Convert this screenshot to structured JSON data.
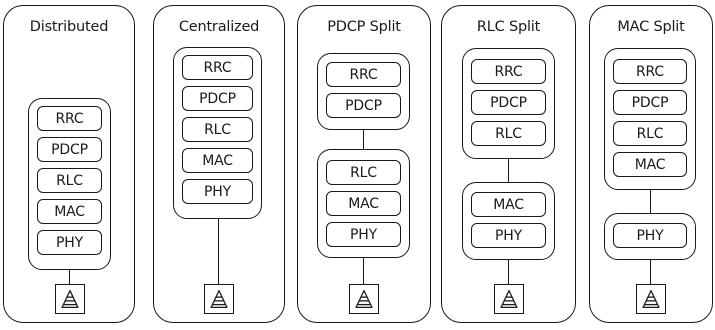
{
  "panels": [
    {
      "title": "Distributed",
      "groups": [
        [
          "RRC",
          "PDCP",
          "RLC",
          "MAC",
          "PHY"
        ]
      ]
    },
    {
      "title": "Centralized",
      "groups": [
        [
          "RRC",
          "PDCP",
          "RLC",
          "MAC",
          "PHY"
        ]
      ]
    },
    {
      "title": "PDCP Split",
      "groups": [
        [
          "RRC",
          "PDCP"
        ],
        [
          "RLC",
          "MAC",
          "PHY"
        ]
      ]
    },
    {
      "title": "RLC Split",
      "groups": [
        [
          "RRC",
          "PDCP",
          "RLC"
        ],
        [
          "MAC",
          "PHY"
        ]
      ]
    },
    {
      "title": "MAC Split",
      "groups": [
        [
          "RRC",
          "PDCP",
          "RLC",
          "MAC"
        ],
        [
          "PHY"
        ]
      ]
    }
  ],
  "colors": {
    "stroke": "#1a1a1a",
    "background": "#ffffff"
  },
  "icons": {
    "antenna": "antenna-tower-icon"
  }
}
